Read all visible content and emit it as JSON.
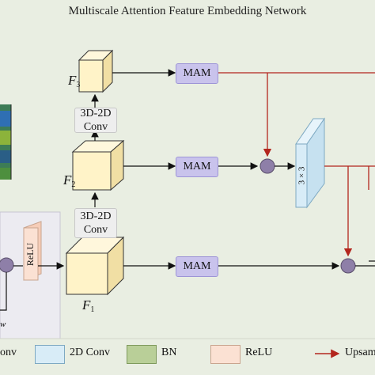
{
  "title": "Multiscale Attention Feature Embedding Network",
  "features": {
    "f3": {
      "letter": "F",
      "sub": "3"
    },
    "f2": {
      "letter": "F",
      "sub": "2"
    },
    "f1": {
      "letter": "F",
      "sub": "1"
    }
  },
  "mam_label": "MAM",
  "conv32_top": {
    "line1": "3D-2D",
    "line2": "Conv"
  },
  "conv32_bottom": {
    "line1": "3D-2D",
    "line2": "Conv"
  },
  "conv_block_label": "3 × 3",
  "relu_block_label": "ReLU",
  "left_caption": "w",
  "legend": {
    "conv3d": "onv",
    "conv2d": "2D Conv",
    "bn": "BN",
    "relu": "ReLU",
    "upsample": "Upsam"
  },
  "colors": {
    "background": "#e9eee2",
    "cube_face": "#fff3c8",
    "mam_fill": "#c9c3ec",
    "conv2d_fill": "#d8ecf7",
    "bn_fill": "#b9cf98",
    "relu_fill": "#fbe1d3",
    "fusion_node": "#8e7fa8",
    "upsample_arrow": "#b3261e"
  },
  "icons": [
    "fusion-node-icon",
    "upsample-arrow-icon",
    "hyperspectral-cube-icon"
  ]
}
